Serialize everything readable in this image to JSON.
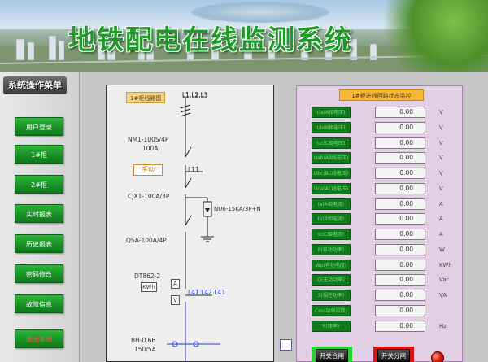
{
  "header": {
    "title": "地铁配电在线监测系统"
  },
  "sidebar": {
    "title": "系统操作菜单",
    "items": [
      {
        "label": "用户登录"
      },
      {
        "label": "1#柜"
      },
      {
        "label": "2#柜"
      },
      {
        "label": "实时报表"
      },
      {
        "label": "历史报表"
      },
      {
        "label": "密码修改"
      },
      {
        "label": "故障信息"
      },
      {
        "label": "退出系统"
      }
    ]
  },
  "diagram": {
    "title": "1#柜线路图",
    "bus_label": "L1.L2.L3",
    "breaker_label": "NM1-100S/4P",
    "breaker_rating": "100A",
    "manual_badge": "手动",
    "line_label": "L11",
    "contactor_label": "CJX1-100A/3P",
    "surge_label": "NU6-15KA/3P+N",
    "switch_label": "QSA-100A/4P",
    "meter_model": "DT862-2",
    "meter_unit": "KWh",
    "ammeter": "A",
    "voltmeter": "V",
    "output_label": "L41.L42.L43",
    "ct_label": "BH-0.66",
    "ct_ratio": "150/5A"
  },
  "monitor": {
    "title": "1#柜进线回路状态监控",
    "params": [
      {
        "label": "Ua(A相电压)",
        "value": "0.00",
        "unit": "V"
      },
      {
        "label": "Ub(B相电压)",
        "value": "0.00",
        "unit": "V"
      },
      {
        "label": "Uc(C相电压)",
        "value": "0.00",
        "unit": "V"
      },
      {
        "label": "Uab(AB线电压)",
        "value": "0.00",
        "unit": "V"
      },
      {
        "label": "Ubc(BC线电压)",
        "value": "0.00",
        "unit": "V"
      },
      {
        "label": "Uca(AC线电压)",
        "value": "0.00",
        "unit": "V"
      },
      {
        "label": "Ia(A相电流)",
        "value": "0.00",
        "unit": "A"
      },
      {
        "label": "Ib(B相电流)",
        "value": "0.00",
        "unit": "A"
      },
      {
        "label": "Ic(C相电流)",
        "value": "0.00",
        "unit": "A"
      },
      {
        "label": "P(有功功率)",
        "value": "0.00",
        "unit": "W"
      },
      {
        "label": "Wp(有功电度)",
        "value": "0.00",
        "unit": "KWh"
      },
      {
        "label": "Q(无功功率)",
        "value": "0.00",
        "unit": "Var"
      },
      {
        "label": "S(视在功率)",
        "value": "0.00",
        "unit": "VA"
      },
      {
        "label": "Cos(功率因数)",
        "value": "0.00",
        "unit": ""
      },
      {
        "label": "F(频率)",
        "value": "0.00",
        "unit": "Hz"
      }
    ],
    "close_label": "开关合闸",
    "open_label": "开关分闸",
    "colors": {
      "close": "#23d42e",
      "open": "#d81414",
      "status_light": "#e01a10"
    }
  }
}
